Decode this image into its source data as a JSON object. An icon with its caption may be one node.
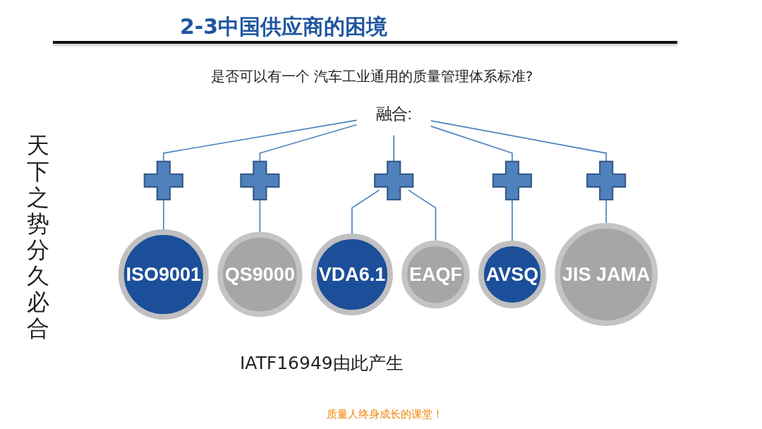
{
  "diagram": {
    "title": "2-3中国供应商的困境",
    "nodes": [
      {
        "text": [
          "融合:"
        ]
      },
      {
        "text": [],
        "shape": "plus"
      },
      {
        "text": [],
        "shape": "plus"
      },
      {
        "text": [],
        "shape": "plus"
      },
      {
        "text": [],
        "shape": "plus"
      },
      {
        "text": [],
        "shape": "plus"
      },
      {
        "text": [
          "ISO9001"
        ]
      },
      {
        "text": [
          "QS9000"
        ]
      },
      {
        "text": [
          "VDA6.1"
        ]
      },
      {
        "text": [
          "EAQF"
        ]
      },
      {
        "text": [
          "AVSQ"
        ]
      },
      {
        "text": [
          "JIS JAMA"
        ]
      }
    ],
    "edges": [
      {
        "from": 0,
        "to": 1,
        "arrow": "none"
      },
      {
        "from": 0,
        "to": 2,
        "arrow": "none"
      },
      {
        "from": 0,
        "to": 3,
        "arrow": "none"
      },
      {
        "from": 0,
        "to": 4,
        "arrow": "none"
      },
      {
        "from": 0,
        "to": 5,
        "arrow": "none"
      },
      {
        "from": 1,
        "to": 6,
        "arrow": "none"
      },
      {
        "from": 2,
        "to": 7,
        "arrow": "none"
      },
      {
        "from": 3,
        "to": 8,
        "arrow": "none"
      },
      {
        "from": 3,
        "to": 9,
        "arrow": "none"
      },
      {
        "from": 4,
        "to": 10,
        "arrow": "none"
      },
      {
        "from": 5,
        "to": 11,
        "arrow": "none"
      }
    ],
    "labels": [
      "是否可以有一个 汽车工业通用的质量管理体系标准?",
      "天下之势分久必合",
      "IATF16949由此产生",
      "质量人终身成长的课堂！"
    ]
  }
}
